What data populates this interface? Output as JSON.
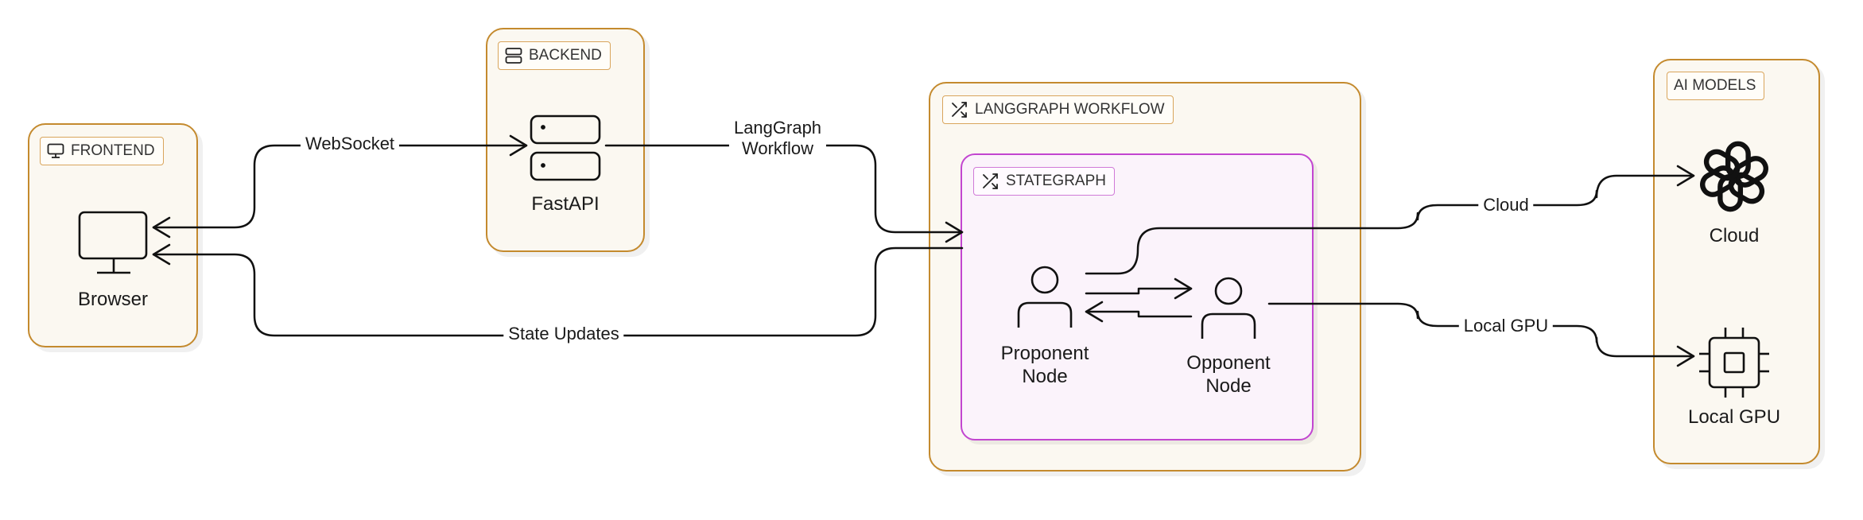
{
  "groups": {
    "frontend": {
      "tag": "FRONTEND",
      "node": "Browser"
    },
    "backend": {
      "tag": "BACKEND",
      "node": "FastAPI"
    },
    "langgraph": {
      "tag": "LANGGRAPH WORKFLOW"
    },
    "stategraph": {
      "tag": "STATEGRAPH",
      "proponent": [
        "Proponent",
        "Node"
      ],
      "opponent": [
        "Opponent",
        "Node"
      ]
    },
    "ai_models": {
      "tag": "AI MODELS",
      "cloud": "Cloud",
      "local_gpu": "Local GPU"
    }
  },
  "edges": {
    "websocket": "WebSocket",
    "langgraph_workflow": [
      "LangGraph",
      "Workflow"
    ],
    "state_updates": "State Updates",
    "cloud": "Cloud",
    "local_gpu": "Local GPU"
  },
  "colors": {
    "group_border": "#c48a2e",
    "group_fill": "#fbf8f1",
    "stategraph_border": "#c245d0",
    "stategraph_fill": "#fbf3fb",
    "edge": "#111111"
  },
  "icons": {
    "frontend_tag": "monitor-icon",
    "backend_tag": "server-icon",
    "langgraph_tag": "shuffle-icon",
    "stategraph_tag": "shuffle-icon",
    "browser": "monitor-icon",
    "fastapi": "server-icon",
    "proponent": "user-icon",
    "opponent": "user-icon",
    "cloud": "openai-logo-icon",
    "local_gpu": "cpu-icon"
  }
}
